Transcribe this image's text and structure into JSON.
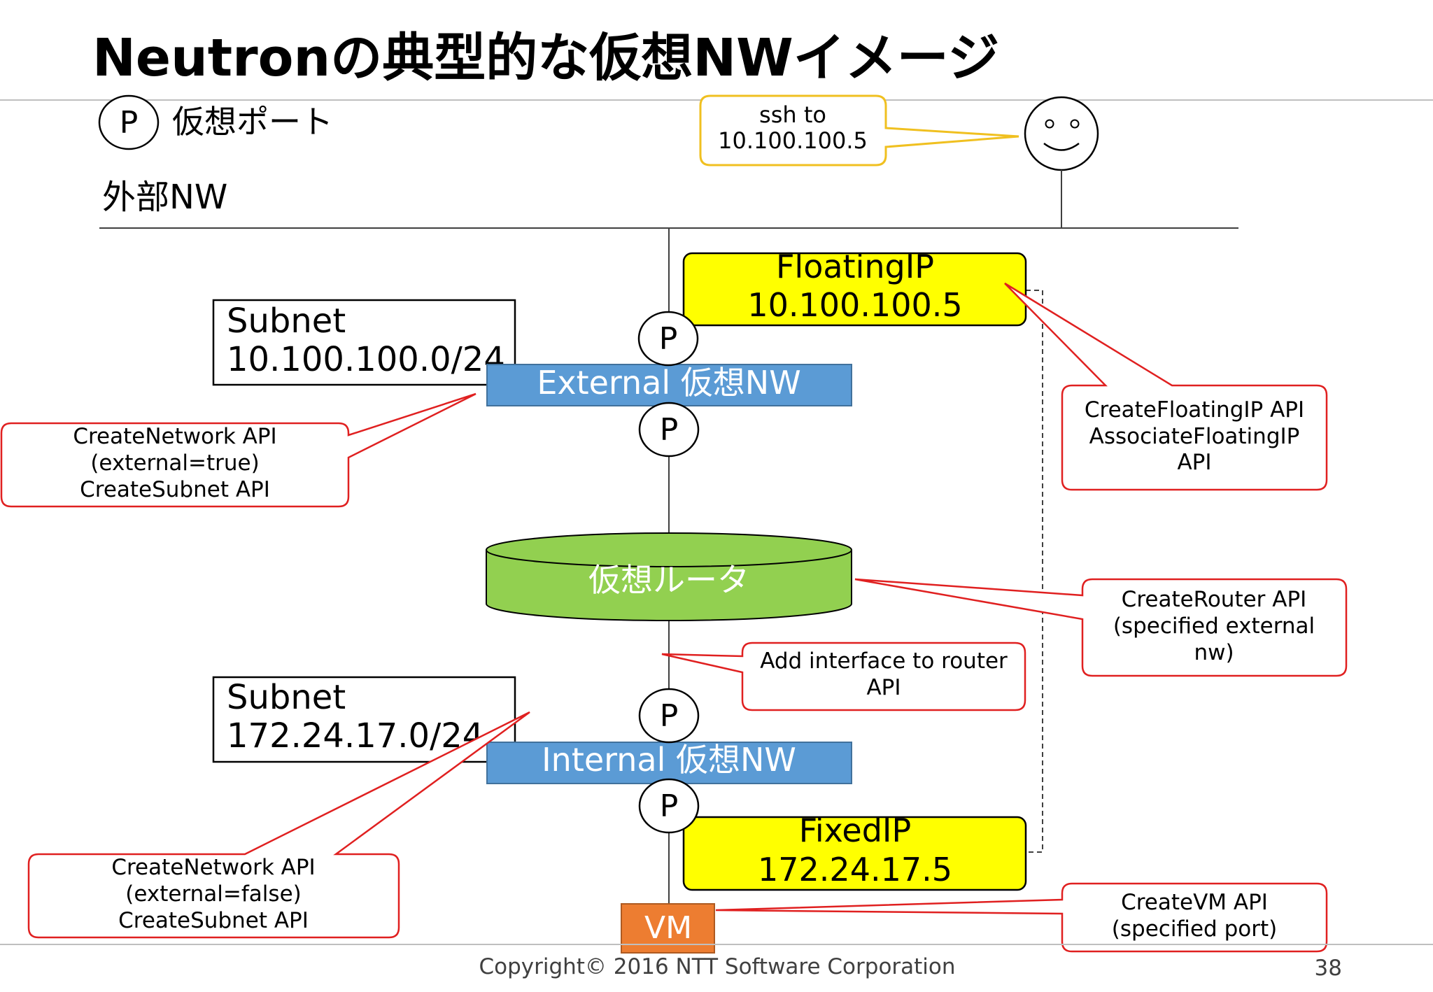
{
  "slide": {
    "title": "Neutronの典型的な仮想NWイメージ",
    "footer": "Copyright© 2016 NTT Software Corporation",
    "page_number": "38"
  },
  "legend": {
    "port_symbol": "P",
    "port_label": "仮想ポート"
  },
  "external_network_label": "外部NW",
  "ssh_callout": {
    "lines": [
      "ssh to",
      "10.100.100.5"
    ]
  },
  "subnet_external": {
    "lines": [
      "Subnet",
      "10.100.100.0/24"
    ]
  },
  "subnet_internal": {
    "lines": [
      "Subnet",
      "172.24.17.0/24"
    ]
  },
  "external_nw_bar": "External 仮想NW",
  "internal_nw_bar": "Internal 仮想NW",
  "router_label": "仮想ルータ",
  "floating_ip": {
    "lines": [
      "FloatingIP",
      "10.100.100.5"
    ]
  },
  "fixed_ip": {
    "lines": [
      "FixedIP",
      "172.24.17.5"
    ]
  },
  "vm_label": "VM",
  "ports": [
    "P",
    "P",
    "P",
    "P"
  ],
  "callouts": {
    "create_network_external": [
      "CreateNetwork API",
      "(external=true)",
      "CreateSubnet API"
    ],
    "create_network_internal": [
      "CreateNetwork API",
      "(external=false)",
      "CreateSubnet API"
    ],
    "floating_ip_api": [
      "CreateFloatingIP API",
      "AssociateFloatingIP",
      "API"
    ],
    "create_router_api": [
      "CreateRouter API",
      "(specified external",
      "nw)"
    ],
    "add_interface_api": [
      "Add interface to router",
      "API"
    ],
    "create_vm_api": [
      "CreateVM API",
      "(specified port)"
    ]
  },
  "colors": {
    "network_bar": "#5b9bd5",
    "router": "#92d050",
    "ip_box": "#ffff00",
    "vm": "#ed7d31",
    "callout_red": "#e02020",
    "callout_orange": "#f0c020"
  }
}
